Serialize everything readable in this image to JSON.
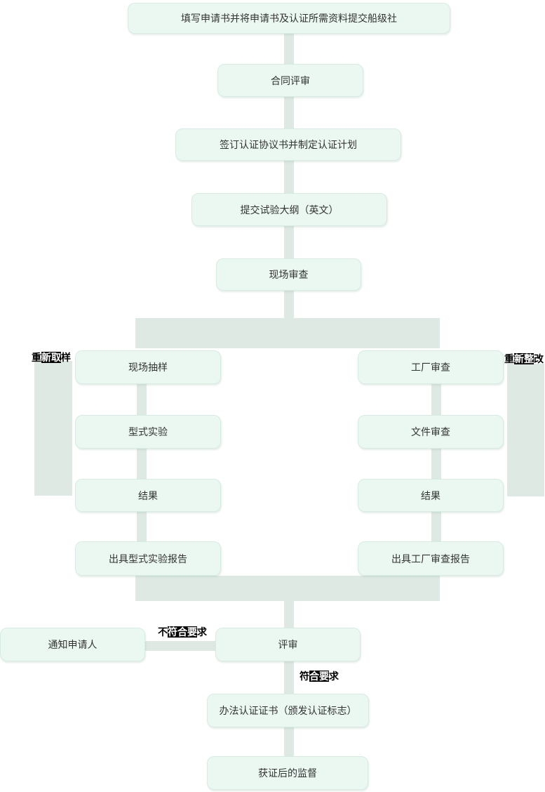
{
  "flow": {
    "main": {
      "submit": "填写申请书并将申请书及认证所需资料提交船级社",
      "contract_review": "合同评审",
      "sign_agreement": "签订认证协议书并制定认证计划",
      "submit_outline": "提交试验大纲（英文）",
      "site_review": "现场审查",
      "review": "评审",
      "notify_applicant": "通知申请人",
      "issue_certificate": "办法认证证书（颁发认证标志）",
      "post_cert_supervision": "获证后的监督"
    },
    "left_branch": {
      "site_sampling": "现场抽样",
      "type_test": "型式实验",
      "result": "结果",
      "type_test_report": "出具型式实验报告"
    },
    "right_branch": {
      "factory_review": "工厂审查",
      "document_review": "文件审查",
      "result": "结果",
      "factory_report": "出具工厂审查报告"
    },
    "labels": {
      "resample": {
        "pre": "重",
        "hl": "新取",
        "post": "样"
      },
      "rework": {
        "pre": "重",
        "hl": "新整",
        "post": "改"
      },
      "fail": {
        "pre": "不",
        "hl": "符合要",
        "post": "求"
      },
      "pass": {
        "pre": "符",
        "hl": "合要",
        "post": "求"
      }
    }
  },
  "colors": {
    "node_fill": "#ebf8f2",
    "node_border": "#d6ece1",
    "connector": "#dee9e3",
    "node_text": "#333333",
    "label_text": "#000000",
    "label_highlight_bg": "#000000",
    "label_highlight_text": "#ffffff",
    "background": "#ffffff"
  }
}
